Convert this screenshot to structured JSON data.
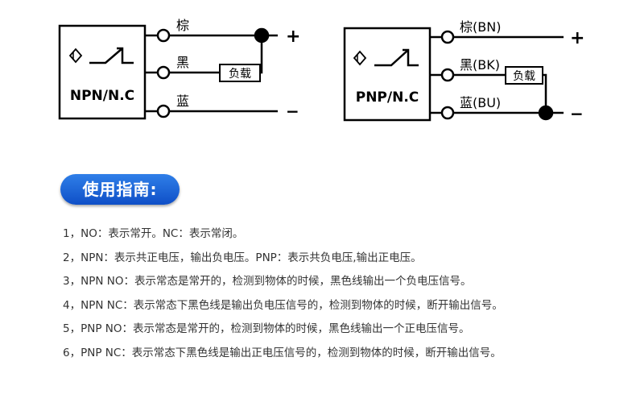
{
  "diagrams": {
    "npn": {
      "box_label": "NPN/N.C",
      "wire_brown": "棕",
      "wire_black": "黑",
      "wire_blue": "蓝",
      "load_label": "负载",
      "plus": "+",
      "minus": "−"
    },
    "pnp": {
      "box_label": "PNP/N.C",
      "wire_brown": "棕(BN)",
      "wire_black": "黑(BK)",
      "wire_blue": "蓝(BU)",
      "load_label": "负载",
      "plus": "+",
      "minus": "−"
    }
  },
  "guide": {
    "title": "使用指南:",
    "items": [
      "1，NO：表示常开。NC：表示常闭。",
      "2，NPN：表示共正电压，输出负电压。PNP：表示共负电压,输出正电压。",
      "3，NPN NO：表示常态是常开的，检测到物体的时候，黑色线输出一个负电压信号。",
      "4，NPN NC：表示常态下黑色线是输出负电压信号的，检测到物体的时候，断开输出信号。",
      "5，PNP NO：表示常态是常开的，检测到物体的时候，黑色线输出一个正电压信号。",
      "6，PNP NC：表示常态下黑色线是输出正电压信号的，检测到物体的时候，断开输出信号。"
    ]
  },
  "colors": {
    "badge": "#1a5fd6",
    "line": "#000000",
    "text": "#333333"
  }
}
